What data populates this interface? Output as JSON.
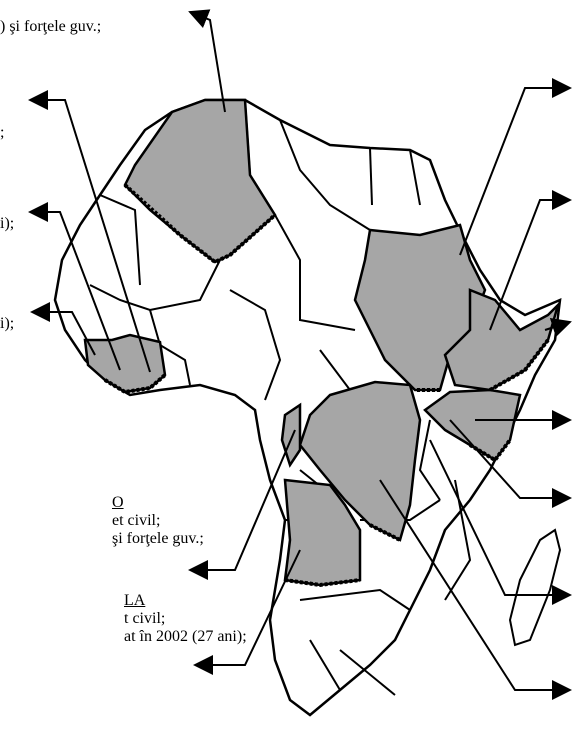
{
  "colors": {
    "conflict_fill": "#a6a6a6",
    "land_fill": "#ffffff",
    "border": "#000000",
    "hatch": "#000000"
  },
  "labels": {
    "top_left": ") şi forţele guv.;",
    "left_1": ";",
    "left_2": "i);",
    "left_3": "i);",
    "congo_title": "O",
    "congo_line1": "et civil;",
    "congo_line2": "şi forţele guv.;",
    "angola_title": "LA",
    "angola_line1": "t civil;",
    "angola_line2": "at în 2002 (27 ani);"
  },
  "icons": {
    "arrow": "arrow-icon"
  }
}
